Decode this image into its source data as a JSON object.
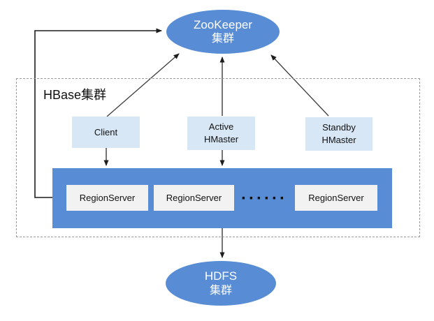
{
  "diagram": {
    "zookeeper_cluster": {
      "name": "ZooKeeper",
      "suffix": "集群"
    },
    "hbase_cluster_label": "HBase集群",
    "client_label": "Client",
    "active_hmaster": {
      "line1": "Active",
      "line2": "HMaster"
    },
    "standby_hmaster": {
      "line1": "Standby",
      "line2": "HMaster"
    },
    "region_servers": [
      "RegionServer",
      "RegionServer",
      "RegionServer"
    ],
    "ellipsis_dots": "······",
    "hdfs_cluster": {
      "name": "HDFS",
      "suffix": "集群"
    },
    "colors": {
      "node_blue": "#588CD4",
      "light_blue_box": "#D8E7F6",
      "server_box_gray": "#F2F2F2",
      "arrow_line": "#2b2b2b",
      "dashed_border": "#9b9b9b",
      "text_dark": "#111111",
      "text_on_blue": "#ffffff"
    }
  }
}
